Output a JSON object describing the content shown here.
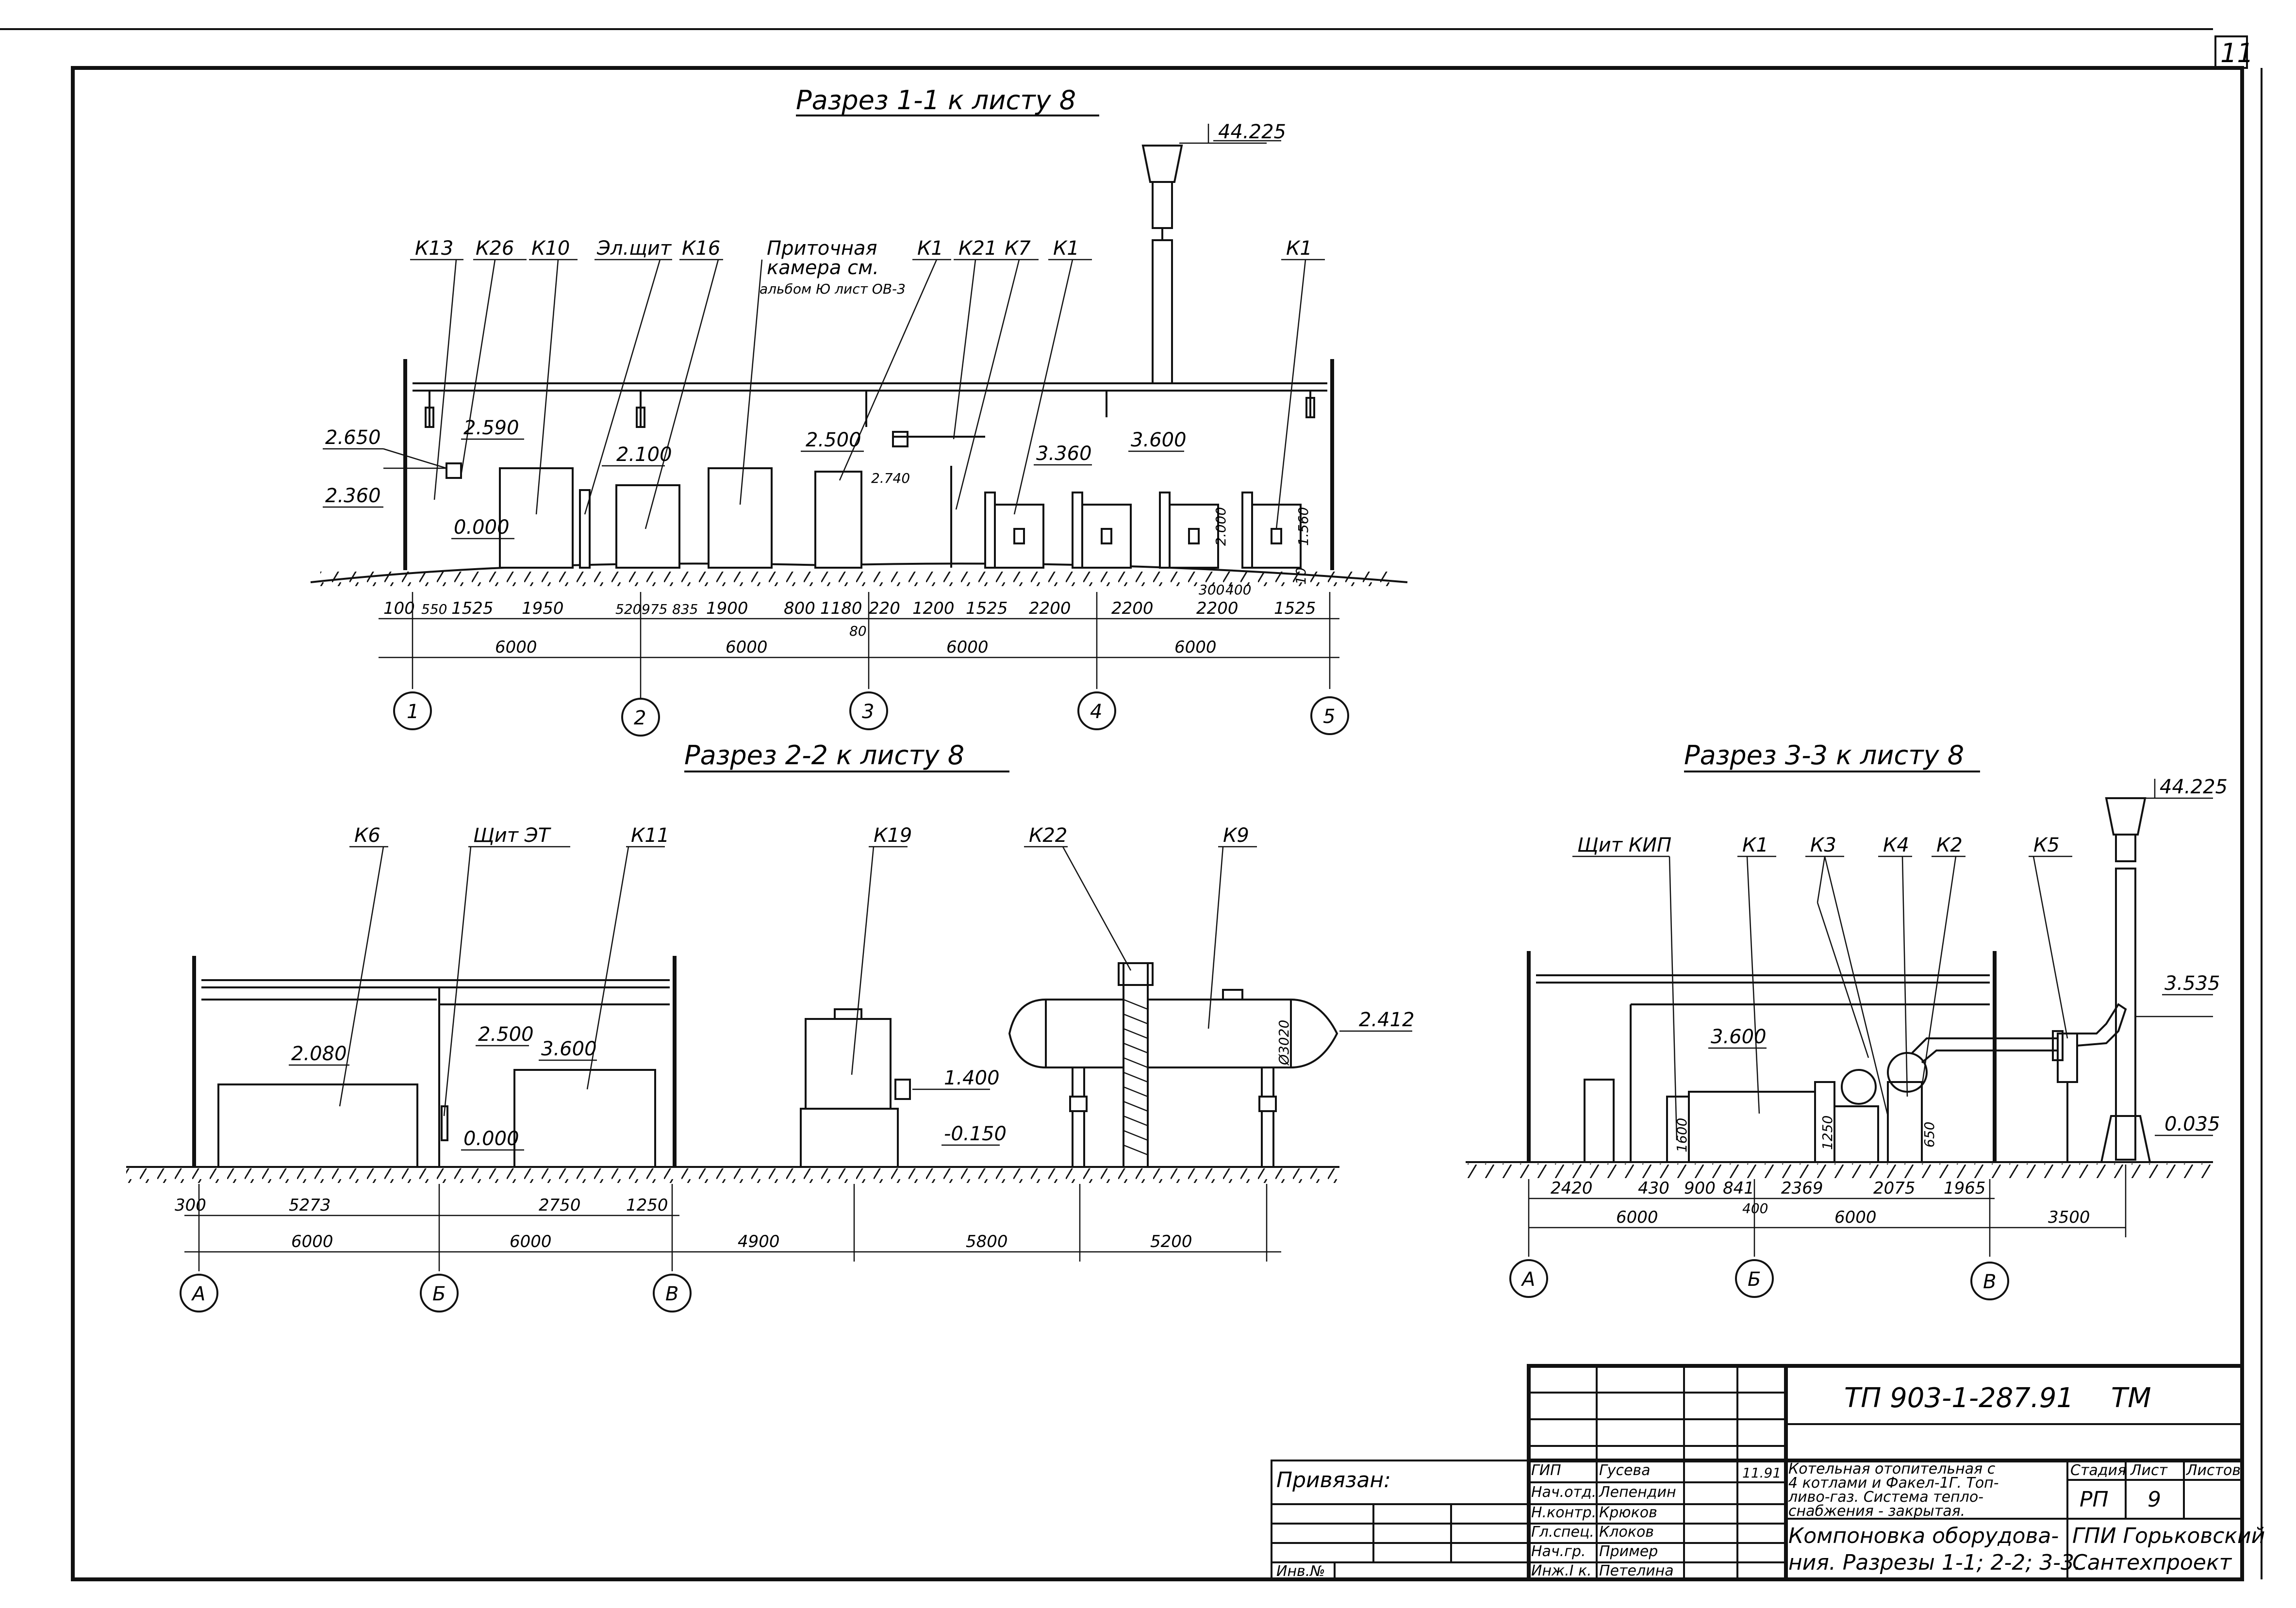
{
  "sheet_number": "11",
  "sections": [
    {
      "title": "Разрез 1-1 к листу 8",
      "labels": [
        "К13",
        "К26",
        "К10",
        "Эл.щит",
        "К16",
        "Приточная",
        "камера см.",
        "альбом Ю лист ОВ-3",
        "К1",
        "К21",
        "К7",
        "К1",
        "К1"
      ],
      "elevations": [
        "44.225",
        "2.650",
        "2.360",
        "2.590",
        "2.100",
        "2.500",
        "2.740",
        "3.360",
        "3.600",
        "0.000",
        "2.000",
        "1.560"
      ],
      "dims_row1": [
        "100",
        "550",
        "1525",
        "1950",
        "520",
        "975",
        "835",
        "1900",
        "800",
        "1180",
        "220",
        "1200",
        "1525",
        "2200",
        "2200",
        "2200",
        "300",
        "400",
        "1525"
      ],
      "dims_extra": [
        "80",
        "10"
      ],
      "dims_row2": [
        "6000",
        "6000",
        "6000",
        "6000"
      ],
      "axes": [
        "1",
        "2",
        "3",
        "4",
        "5"
      ]
    },
    {
      "title": "Разрез 2-2 к листу 8",
      "labels": [
        "К6",
        "Щит ЭТ",
        "К11",
        "К19",
        "К22",
        "К9"
      ],
      "elevations": [
        "2.080",
        "2.500",
        "3.600",
        "0.000",
        "1.400",
        "-0.150",
        "2.412"
      ],
      "diameter": "Ø3020",
      "dims_row1": [
        "300",
        "5273",
        "2750",
        "1250"
      ],
      "dims_row2": [
        "6000",
        "6000",
        "4900",
        "5800",
        "5200"
      ],
      "axes": [
        "А",
        "Б",
        "В"
      ]
    },
    {
      "title": "Разрез 3-3 к листу 8",
      "labels": [
        "Щит КИП",
        "К1",
        "К3",
        "К4",
        "К2",
        "К5"
      ],
      "elevations": [
        "44.225",
        "3.535",
        "3.600",
        "0.035"
      ],
      "heights": [
        "1600",
        "1250",
        "650"
      ],
      "dims_row1": [
        "2420",
        "430",
        "900",
        "841",
        "2369",
        "2075",
        "1965"
      ],
      "dims_extra": [
        "400"
      ],
      "dims_row2": [
        "6000",
        "6000",
        "3500"
      ],
      "axes": [
        "А",
        "Б",
        "В"
      ]
    }
  ],
  "title_block": {
    "code": "ТП 903-1-287.91",
    "mark": "ТМ",
    "privyazan": "Привязан:",
    "inv_no": "Инв.№",
    "roles": [
      "ГИП",
      "Нач.отд.",
      "Н.контр.",
      "Гл.спец.",
      "Нач.гр.",
      "Инж.I к."
    ],
    "names": [
      "Гусева",
      "Лепендин",
      "Крюков",
      "Клоков",
      "Пример",
      "Петелина"
    ],
    "project_desc": [
      "Котельная отопительная с",
      "4 котлами и Факел-1Г. Топ-",
      "ливо-газ. Система тепло-",
      "снабжения - закрытая."
    ],
    "sheet_desc": [
      "Компоновка оборудова-",
      "ния. Разрезы 1-1; 2-2; 3-3."
    ],
    "head_stage": "Стадия",
    "head_sheet": "Лист",
    "head_sheets": "Листов",
    "stage": "РП",
    "sheet": "9",
    "org": [
      "ГПИ Горьковский",
      "Сантехпроект"
    ],
    "sign_date": "11.91"
  }
}
